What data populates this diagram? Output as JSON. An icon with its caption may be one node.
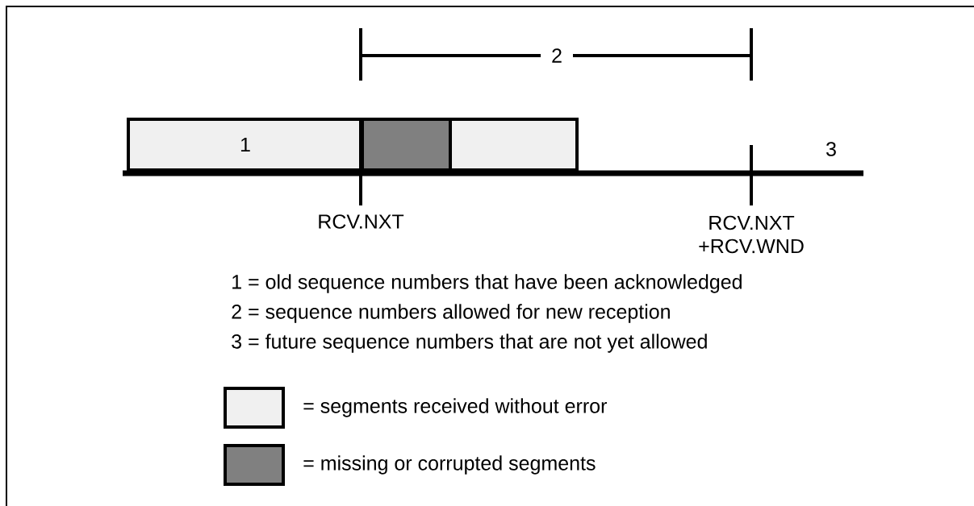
{
  "diagram": {
    "nodes": [
      {
        "text": [
          "1"
        ]
      },
      {
        "text": [],
        "shape": "box"
      },
      {
        "text": [],
        "shape": "box"
      }
    ],
    "labels": [
      "2",
      "3",
      "RCV.NXT",
      "RCV.NXT +RCV.WND",
      "1 = old sequence numbers that have been acknowledged",
      "2 = sequence numbers allowed for new reception",
      "3 = future sequence numbers that are not yet allowed"
    ],
    "legend": [
      {
        "text": "= segments received without error",
        "color": "#f0f0f0"
      },
      {
        "text": "= missing or corrupted segments",
        "color": "#808080"
      }
    ]
  }
}
